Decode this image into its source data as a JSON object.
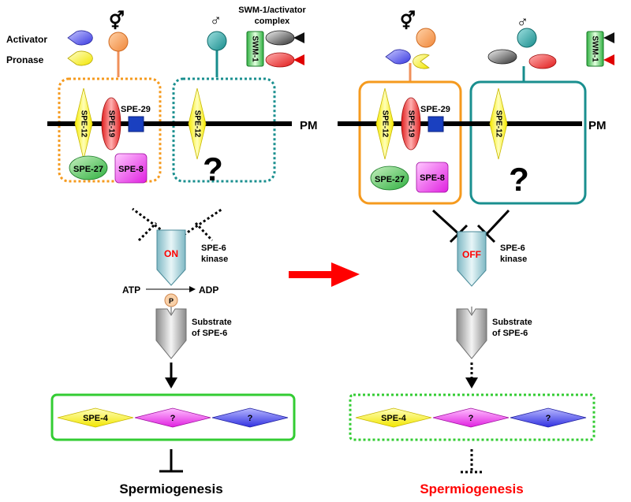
{
  "legend": {
    "activator": "Activator",
    "pronase": "Pronase",
    "swm_complex_line1": "SWM-1/activator",
    "swm_complex_line2": "complex",
    "swm1": "SWM-1"
  },
  "symbols": {
    "hermaphrodite": "⚥",
    "male": "♂"
  },
  "membrane": {
    "label": "PM"
  },
  "proteins": {
    "spe12": "SPE-12",
    "spe19": "SPE-19",
    "spe29": "SPE-29",
    "spe27": "SPE-27",
    "spe8": "SPE-8",
    "unknown": "?"
  },
  "kinase": {
    "line1": "SPE-6",
    "line2": "kinase",
    "state_left": "ON",
    "state_right": "OFF"
  },
  "reaction": {
    "atp": "ATP",
    "adp": "ADP",
    "phosphate": "P"
  },
  "substrate": {
    "line1": "Substrate",
    "line2": "of SPE-6"
  },
  "targets": {
    "spe4": "SPE-4",
    "unknown": "?"
  },
  "outcome": {
    "label": "Spermiogenesis"
  },
  "colors": {
    "hermaphrodite_box": "#f59a1e",
    "male_box": "#1a8f8f",
    "target_box": "#33cc33",
    "transition_arrow": "#ff0000",
    "off_label": "#ff0000",
    "outcome_right": "#ff0000"
  }
}
